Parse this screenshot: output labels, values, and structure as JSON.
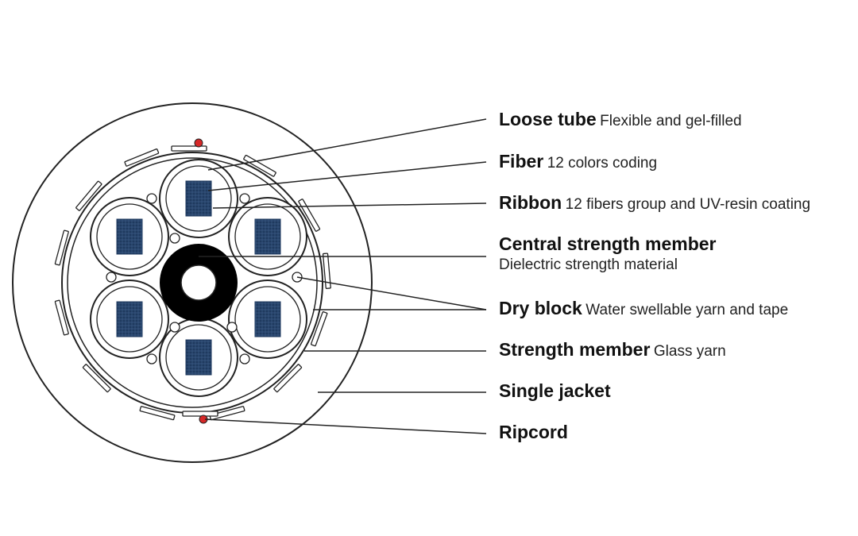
{
  "labels": {
    "loose_tube": {
      "title": "Loose tube",
      "desc": "Flexible and gel-filled"
    },
    "fiber": {
      "title": "Fiber",
      "desc": "12 colors coding"
    },
    "ribbon": {
      "title": "Ribbon",
      "desc": "12 fibers group and UV-resin coating"
    },
    "central_strength_member": {
      "title": "Central strength member",
      "desc": "Dielectric strength material"
    },
    "dry_block": {
      "title": "Dry block",
      "desc": "Water swellable yarn and tape"
    },
    "strength_member": {
      "title": "Strength member",
      "desc": "Glass yarn"
    },
    "single_jacket": {
      "title": "Single jacket"
    },
    "ripcord": {
      "title": "Ripcord"
    }
  },
  "colors": {
    "ripcord": "#d62828",
    "ribbon": "#1f3a5f",
    "central_member": "#000000",
    "outline": "#222222"
  }
}
